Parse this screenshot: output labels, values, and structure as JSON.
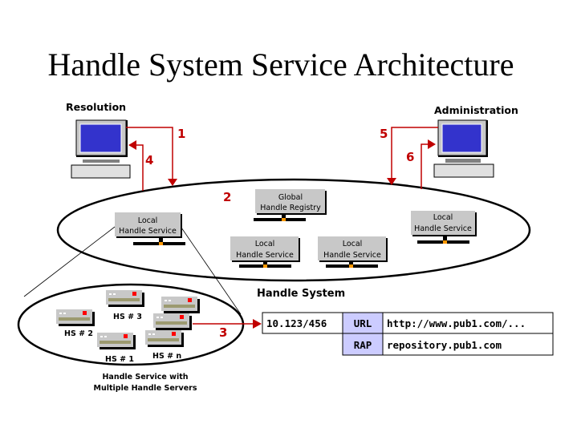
{
  "title": "Handle System Service Architecture",
  "colors": {
    "arrow": "#c00000",
    "screen": "#3333cc",
    "box": "#c8c8c8",
    "table_key": "#ccccff",
    "server_stripe": "#9c9a70",
    "server_led": "#ff0000",
    "connector": "#ff9900"
  },
  "clients": {
    "resolution": {
      "label": "Resolution",
      "icon": "computer-icon"
    },
    "administration": {
      "label": "Administration",
      "icon": "computer-icon"
    }
  },
  "steps": [
    "1",
    "2",
    "3",
    "4",
    "5",
    "6"
  ],
  "handle_system": {
    "label": "Handle System",
    "global_registry": {
      "line1": "Global",
      "line2": "Handle Registry"
    },
    "local_services": [
      {
        "line1": "Local",
        "line2": "Handle Service"
      },
      {
        "line1": "Local",
        "line2": "Handle Service"
      },
      {
        "line1": "Local",
        "line2": "Handle Service"
      },
      {
        "line1": "Local",
        "line2": "Handle Service"
      }
    ]
  },
  "handle_service": {
    "caption_line1": "Handle Service with",
    "caption_line2": "Multiple Handle Servers",
    "servers": [
      {
        "label": "HS # 1"
      },
      {
        "label": "HS # 2"
      },
      {
        "label": "HS # 3"
      },
      {
        "label": "HS # n"
      }
    ]
  },
  "handle_record": {
    "handle": "10.123/456",
    "rows": [
      {
        "type": "URL",
        "value": "http://www.pub1.com/..."
      },
      {
        "type": "RAP",
        "value": "repository.pub1.com"
      }
    ]
  }
}
